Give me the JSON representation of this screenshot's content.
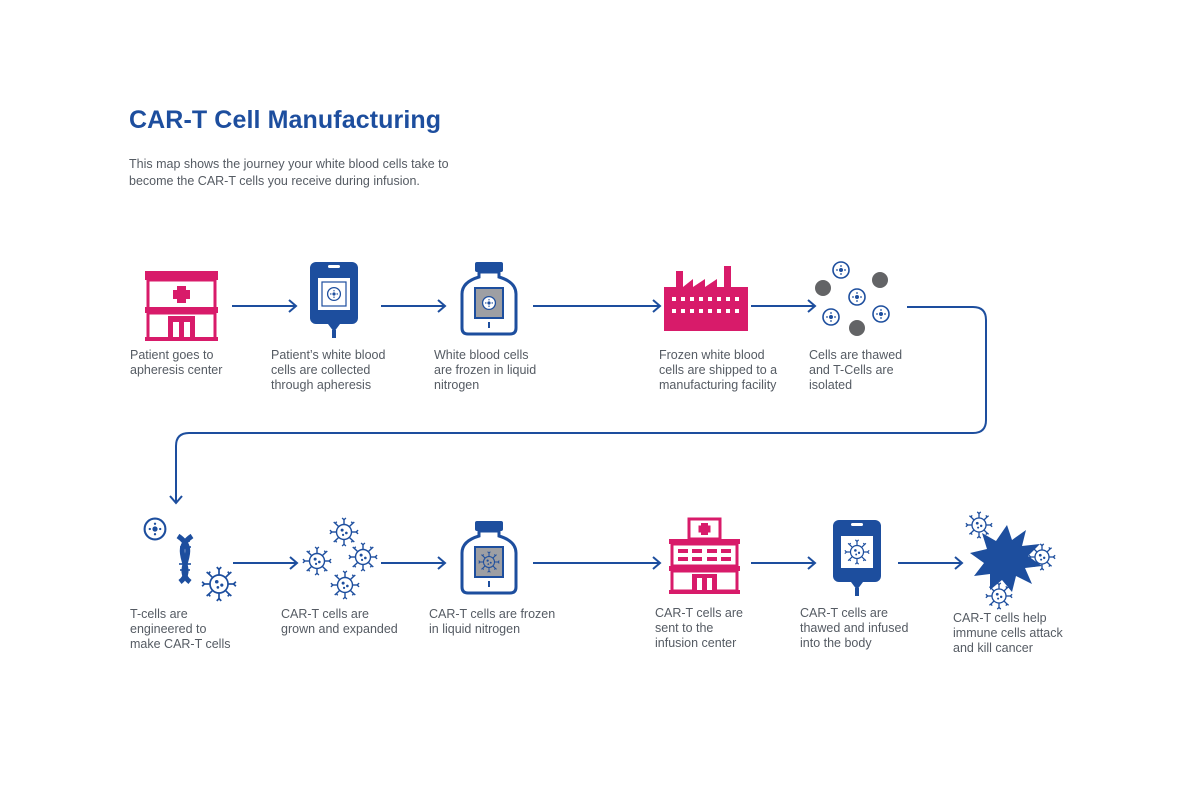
{
  "title": "CAR-T Cell Manufacturing",
  "subtitle": "This map shows the journey your white blood cells take to become the CAR-T cells you receive during infusion.",
  "colors": {
    "blue": "#1d4e9e",
    "pink": "#d81b6a",
    "gray": "#636466",
    "text": "#555b63"
  },
  "steps": [
    {
      "icon": "hospital-icon",
      "caption": [
        "Patient goes to",
        "apheresis center"
      ]
    },
    {
      "icon": "blood-bag-icon",
      "caption": [
        "Patient’s white blood",
        "cells are collected",
        "through apheresis"
      ]
    },
    {
      "icon": "cryo-jar-icon",
      "caption": [
        "White blood cells",
        "are frozen in liquid",
        "nitrogen"
      ]
    },
    {
      "icon": "factory-icon",
      "caption": [
        "Frozen white blood",
        "cells are shipped to a",
        "manufacturing facility"
      ]
    },
    {
      "icon": "cells-icon",
      "caption": [
        "Cells are thawed",
        "and T-Cells are",
        "isolated"
      ]
    },
    {
      "icon": "dna-engineering-icon",
      "caption": [
        "T-cells are",
        "engineered to",
        "make CAR-T cells"
      ]
    },
    {
      "icon": "car-t-cells-icon",
      "caption": [
        "CAR-T cells are",
        "grown and expanded"
      ]
    },
    {
      "icon": "cryo-jar-car-t-icon",
      "caption": [
        "CAR-T cells are frozen",
        "in liquid nitrogen"
      ]
    },
    {
      "icon": "infusion-center-icon",
      "caption": [
        "CAR-T cells are",
        "sent to the",
        "infusion center"
      ]
    },
    {
      "icon": "infusion-bag-icon",
      "caption": [
        "CAR-T cells are",
        "thawed and infused",
        "into the body"
      ]
    },
    {
      "icon": "attack-cancer-icon",
      "caption": [
        "CAR-T cells help",
        "immune cells attack",
        "and kill cancer"
      ]
    }
  ]
}
